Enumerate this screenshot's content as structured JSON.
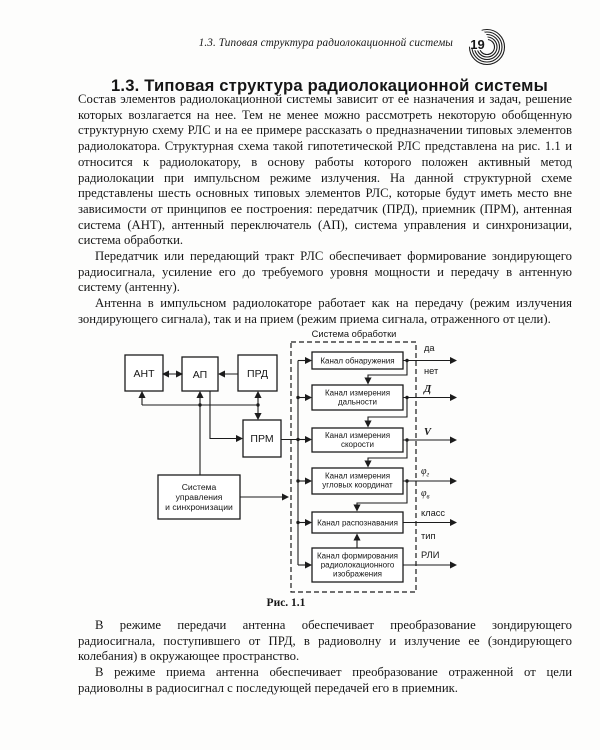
{
  "page": {
    "running_title": "1.3. Типовая структура радиолокационной системы",
    "page_number": "19",
    "section_title": "1.3. Типовая структура радиолокационной системы"
  },
  "body": {
    "paragraphs_top": [
      "Состав элементов радиолокационной системы зависит от ее назначения и задач, решение которых возлагается на нее. Тем не менее можно рассмотреть некоторую обобщенную структурную схему РЛС и на ее примере рассказать о предназначении типовых элементов радиолокатора. Структурная схема такой гипотетической РЛС представлена на рис. 1.1 и относится к радиолокатору, в основу работы которого положен активный метод радиолокации при импульсном режиме излучения. На данной структурной схеме представлены шесть основных типовых элементов РЛС, которые будут иметь место вне зависимости от принципов ее построения: передатчик (ПРД), приемник (ПРМ), антенная система (АНТ), антенный переключатель (АП), система управления и синхронизации, система обработки.",
      "Передатчик или передающий тракт РЛС обеспечивает формирование зондирующего радиосигнала, усиление его до требуемого уровня мощности и передачу в антенную систему (антенну).",
      "Антенна в импульсном радиолокаторе работает как на передачу (режим излучения зондирующего сигнала), так и на прием (режим приема сигнала, отраженного от цели)."
    ],
    "paragraphs_bottom": [
      "В режиме передачи антенна обеспечивает преобразование зондирующего радиосигнала, поступившего от ПРД, в радиоволну и излучение ее (зондирующего колебания) в окружающее пространство.",
      "В режиме приема антенна обеспечивает преобразование отраженной от цели радиоволны в радиосигнал с последующей передачей его в приемник."
    ]
  },
  "figure": {
    "caption": "Рис. 1.1",
    "processing_label": "Система обработки",
    "nodes": {
      "ant": "АНТ",
      "ap": "АП",
      "prd": "ПРД",
      "prm": "ПРМ",
      "sync": [
        "Система",
        "управления",
        "и синхронизации"
      ]
    },
    "channels": [
      [
        "Канал обнаружения"
      ],
      [
        "Канал измерения",
        "дальности"
      ],
      [
        "Канал измерения",
        "скорости"
      ],
      [
        "Канал измерения",
        "угловых координат"
      ],
      [
        "Канал распознавания"
      ],
      [
        "Канал формирования",
        "радиолокационного",
        "изображения"
      ]
    ],
    "outputs": {
      "detection_yes": "да",
      "detection_no": "нет",
      "range": "Д",
      "velocity": "V",
      "angle1": {
        "base": "φ",
        "sub": "г"
      },
      "angle2": {
        "base": "φ",
        "sub": "в"
      },
      "class": "класс",
      "type": "тип",
      "image": "РЛИ"
    }
  }
}
